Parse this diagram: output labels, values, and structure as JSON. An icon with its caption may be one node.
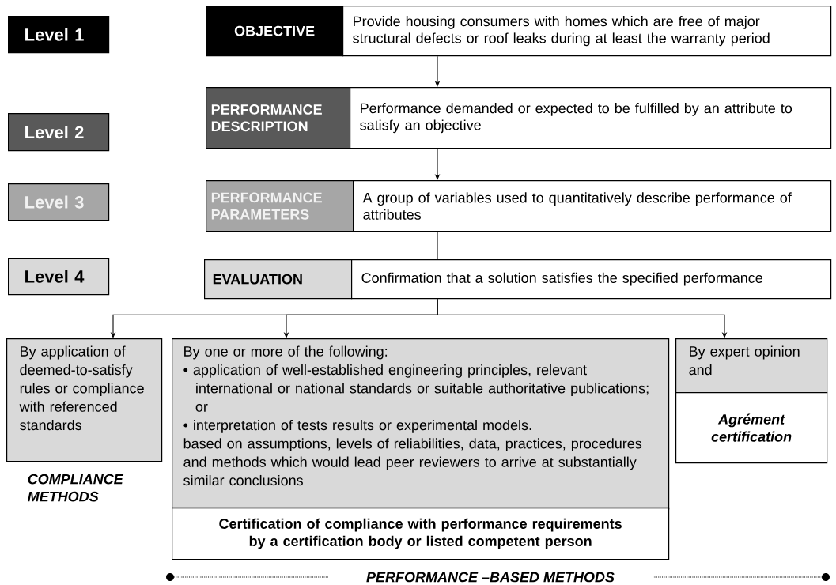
{
  "diagram": {
    "nodes": [
      {
        "text": [
          "Level 1"
        ]
      },
      {
        "text": [
          "Level 2"
        ]
      },
      {
        "text": [
          "Level 3"
        ]
      },
      {
        "text": [
          "Level 4"
        ]
      },
      {
        "text": [
          "OBJECTIVE"
        ]
      },
      {
        "text": [
          "Provide housing consumers with homes which are free of major structural defects or roof leaks during at least the warranty period"
        ]
      },
      {
        "text": [
          "PERFORMANCE DESCRIPTION"
        ]
      },
      {
        "text": [
          "Performance demanded or expected to be fulfilled by an attribute to satisfy an objective"
        ]
      },
      {
        "text": [
          "PERFORMANCE PARAMETERS"
        ]
      },
      {
        "text": [
          "A group of variables used to quantitatively describe performance of attributes"
        ]
      },
      {
        "text": [
          "EVALUATION"
        ]
      },
      {
        "text": [
          "Confirmation that a solution satisfies the specified performance"
        ]
      },
      {
        "text": [
          "By application of deemed-to-satisfy rules or compliance with referenced standards"
        ],
        "beside": [
          "COMPLIANCE METHODS"
        ]
      },
      {
        "text": [
          "By one or more of the following:",
          "• application of well-established engineering principles, relevant international or national standards or suitable authoritative publications; or",
          "• interpretation of tests results or experimental models.",
          "based on assumptions, levels of reliabilities, data, practices, procedures and methods which would lead peer reviewers to arrive at substantially similar conclusions"
        ]
      },
      {
        "text": [
          "Certification of compliance with performance requirements by a certification body or listed competent person"
        ]
      },
      {
        "text": [
          "By expert opinion and"
        ]
      },
      {
        "text": [
          "Agrément certification"
        ]
      }
    ],
    "edges": [
      {
        "from": 5,
        "to": 7,
        "arrow": "to"
      },
      {
        "from": 7,
        "to": 9,
        "arrow": "to"
      },
      {
        "from": 9,
        "to": 11,
        "arrow": "none"
      },
      {
        "from": 11,
        "to": 12,
        "arrow": "to"
      },
      {
        "from": 11,
        "to": 13,
        "arrow": "to"
      },
      {
        "from": 11,
        "to": 15,
        "arrow": "to"
      }
    ],
    "labels": [
      "PERFORMANCE –BASED METHODS"
    ]
  }
}
